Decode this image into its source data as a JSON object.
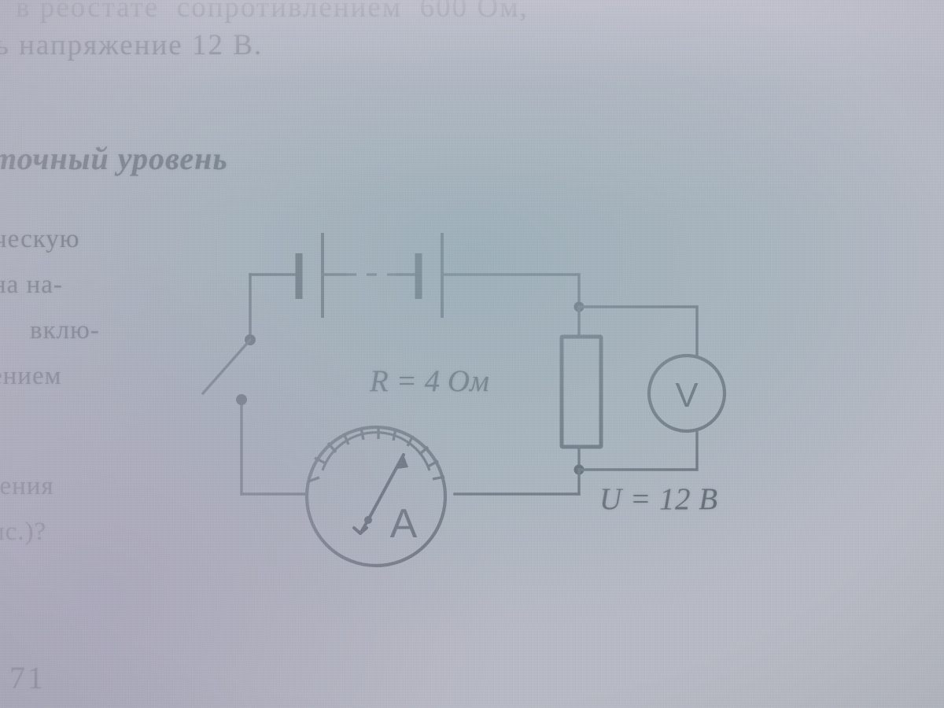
{
  "page": {
    "number": "71",
    "background_color": "#b9bcc6",
    "ink_color": "#5c6068"
  },
  "text_top": {
    "line1": "в реостате  сопротивлением  600 Ом,",
    "line2": "ь напряжение 12 В."
  },
  "heading": {
    "text": "точный уровень"
  },
  "left_column": {
    "fragments": [
      "ческую",
      "на на-",
      "вклю-",
      "ением",
      "ления",
      "ис.)?"
    ]
  },
  "diagram": {
    "name": "electric-circuit-schematic",
    "labels": {
      "resistance": "R = 4 Ом",
      "resistance_symbol": "R",
      "resistance_value": "4",
      "resistance_unit": "Ом",
      "voltage": "U = 12 В",
      "voltage_symbol": "U",
      "voltage_value": "12",
      "voltage_unit": "В",
      "ammeter": "A",
      "voltmeter": "V"
    },
    "components": [
      {
        "id": "battery",
        "label": "battery-cells",
        "state": "two cells in series with dashed link"
      },
      {
        "id": "switch",
        "label": "open-switch",
        "state": "open"
      },
      {
        "id": "resistor",
        "label": "resistor-R",
        "state": "4 Ом"
      },
      {
        "id": "ammeter",
        "label": "ammeter-A",
        "state": "needle deflected right of centre"
      },
      {
        "id": "voltmeter",
        "label": "voltmeter-V",
        "state": "parallel with resistor"
      }
    ]
  }
}
